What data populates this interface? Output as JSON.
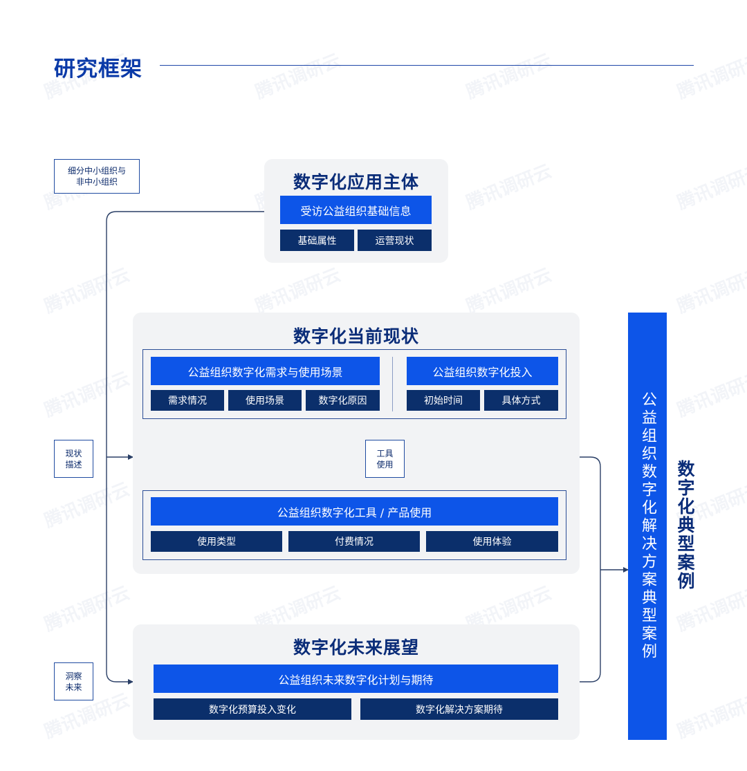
{
  "header": {
    "title": "研究框架"
  },
  "watermark": "腾讯调研云",
  "side_labels": {
    "segment": "细分中小组织与\n非中小组织",
    "status": "现状\n描述",
    "insight": "洞察\n未来"
  },
  "subject_panel": {
    "title": "数字化应用主体",
    "main_bar": "受访公益组织基础信息",
    "cells": [
      "基础属性",
      "运营现状"
    ]
  },
  "current_panel": {
    "title": "数字化当前现状",
    "left_group": {
      "bar": "公益组织数字化需求与使用场景",
      "cells": [
        "需求情况",
        "使用场景",
        "数字化原因"
      ]
    },
    "right_group": {
      "bar": "公益组织数字化投入",
      "cells": [
        "初始时间",
        "具体方式"
      ]
    },
    "tool_label": "工具\n使用",
    "tools_group": {
      "bar": "公益组织数字化工具 / 产品使用",
      "cells": [
        "使用类型",
        "付费情况",
        "使用体验"
      ]
    }
  },
  "future_panel": {
    "title": "数字化未来展望",
    "bar": "公益组织未来数字化计划与期待",
    "cells": [
      "数字化预算投入变化",
      "数字化解决方案期待"
    ]
  },
  "right_column": {
    "bar_text": "公益组织数字化解决方案典型案例",
    "title": "数字化典型案例"
  },
  "colors": {
    "accent_blue": "#0d55e8",
    "navy": "#0b2f6b",
    "title_blue": "#0a3aa8",
    "panel_bg": "#f2f3f5"
  }
}
